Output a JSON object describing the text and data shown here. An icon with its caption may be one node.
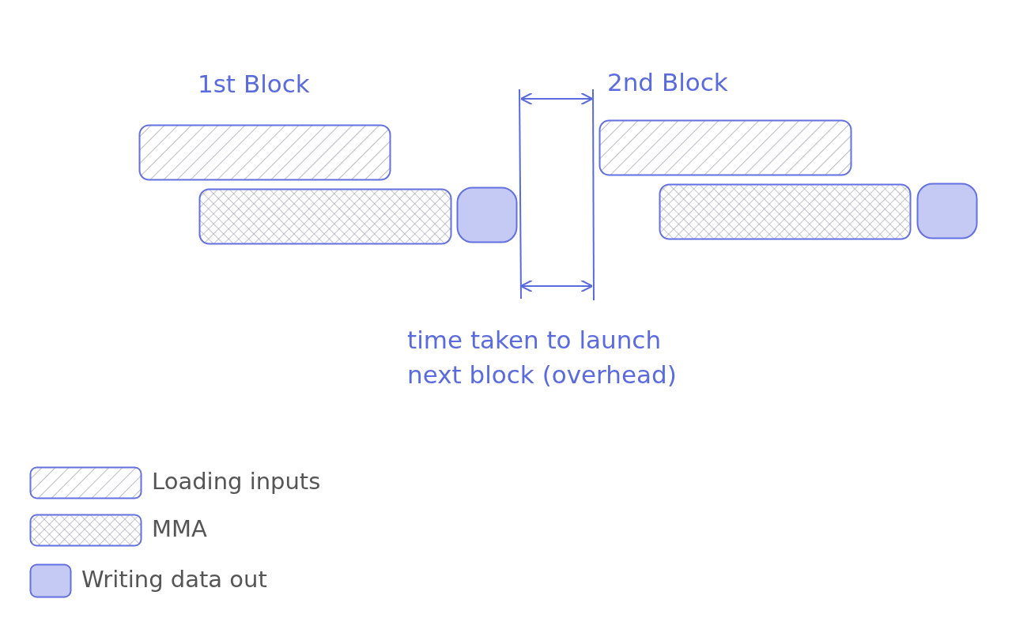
{
  "diagram": {
    "nodes": [
      {
        "text": [],
        "shape": "bar"
      },
      {
        "text": [],
        "shape": "bar"
      },
      {
        "text": [],
        "shape": "box"
      },
      {
        "text": [],
        "shape": "bar"
      },
      {
        "text": [],
        "shape": "bar"
      },
      {
        "text": [],
        "shape": "box"
      }
    ],
    "labels": [
      "1st Block",
      "2nd Block",
      "time taken to launch next block (overhead)"
    ],
    "legend": [
      {
        "text": "Loading inputs"
      },
      {
        "text": "MMA"
      },
      {
        "text": "Writing data out",
        "color": "#c5caf5"
      }
    ]
  }
}
